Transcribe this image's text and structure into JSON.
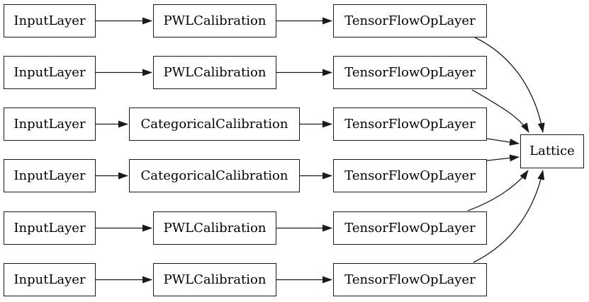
{
  "canvas": {
    "background_color": "#ffffff",
    "stroke_color": "#1a1a1a",
    "node_fill_color": "#ffffff"
  },
  "nodes": {
    "rows": [
      {
        "input": "InputLayer",
        "calibration": "PWLCalibration",
        "op": "TensorFlowOpLayer"
      },
      {
        "input": "InputLayer",
        "calibration": "PWLCalibration",
        "op": "TensorFlowOpLayer"
      },
      {
        "input": "InputLayer",
        "calibration": "CategoricalCalibration",
        "op": "TensorFlowOpLayer"
      },
      {
        "input": "InputLayer",
        "calibration": "CategoricalCalibration",
        "op": "TensorFlowOpLayer"
      },
      {
        "input": "InputLayer",
        "calibration": "PWLCalibration",
        "op": "TensorFlowOpLayer"
      },
      {
        "input": "InputLayer",
        "calibration": "PWLCalibration",
        "op": "TensorFlowOpLayer"
      }
    ],
    "output": {
      "label": "Lattice"
    }
  }
}
